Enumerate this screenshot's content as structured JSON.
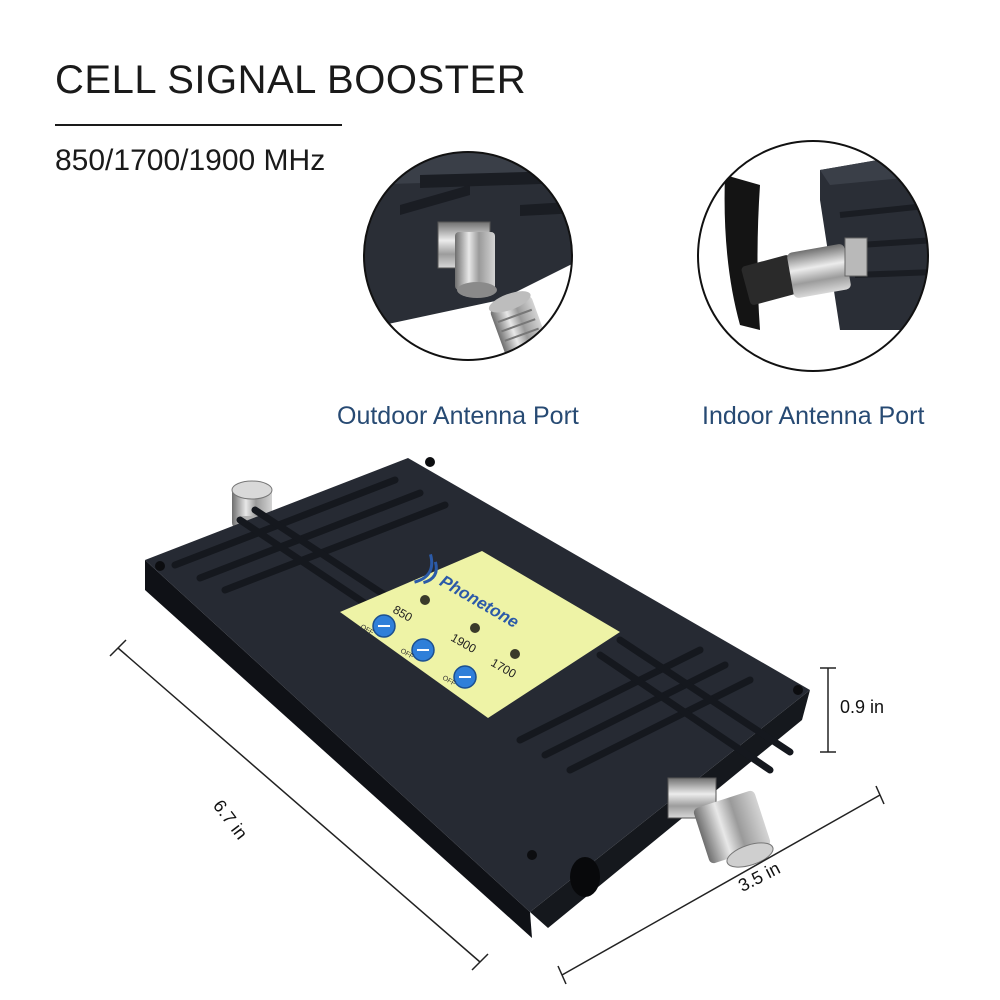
{
  "header": {
    "title": "CELL SIGNAL BOOSTER",
    "frequency": "850/1700/1900 MHz"
  },
  "callouts": {
    "outdoor_caption": "Outdoor Antenna Port",
    "indoor_caption": "Indoor Antenna Port"
  },
  "device": {
    "brand": "Phonetone",
    "bands": [
      "850",
      "1900",
      "1700"
    ],
    "dial_off_label": "OFF"
  },
  "dimensions": {
    "height": "0.9 in",
    "length": "6.7 in",
    "width": "3.5 in"
  },
  "colors": {
    "housing": "#1f232b",
    "label_panel": "#eef3a6",
    "dial": "#2f7fd9",
    "caption": "#274a73"
  }
}
